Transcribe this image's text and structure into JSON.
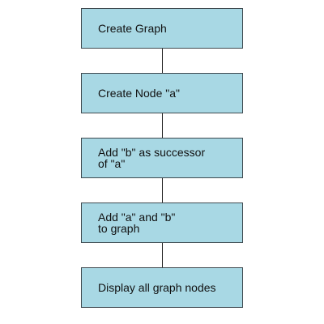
{
  "flowchart": {
    "box_fill": "#a8d8e4",
    "border_color": "#3f4a50",
    "text_color": "#111111",
    "connector_color": "#222222",
    "steps": [
      {
        "text": "Create Graph"
      },
      {
        "text": "Create Node \"a\""
      },
      {
        "text": "Add \"b\" as successor\nof \"a\""
      },
      {
        "text": "Add \"a\" and \"b\"\nto graph"
      },
      {
        "text": "Display all graph nodes"
      }
    ]
  }
}
